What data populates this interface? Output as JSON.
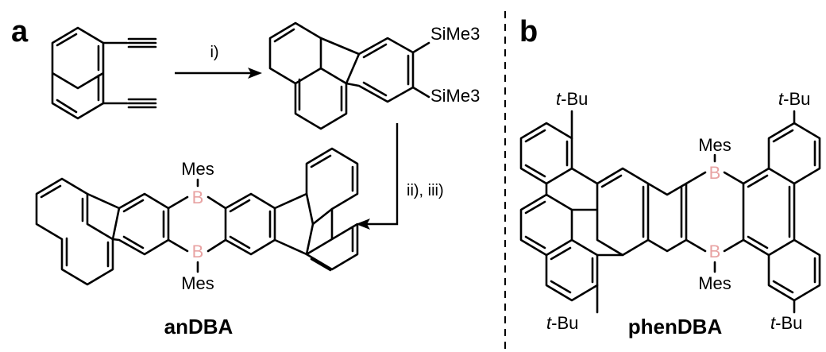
{
  "panel_a": {
    "letter": "a",
    "compound_name": "anDBA",
    "step1_reagent": "i)",
    "step2_reagent": "ii), iii)",
    "silyl_label": "SiMe3",
    "boron_label": "B",
    "mesityl_label": "Mes"
  },
  "panel_b": {
    "letter": "b",
    "compound_name": "phenDBA",
    "tbu_prefix": "t",
    "tbu_suffix": "-Bu",
    "boron_label": "B",
    "mesityl_label": "Mes"
  },
  "colors": {
    "boron": "#e8a3a3",
    "bond": "#000000",
    "divider": "#000000"
  }
}
